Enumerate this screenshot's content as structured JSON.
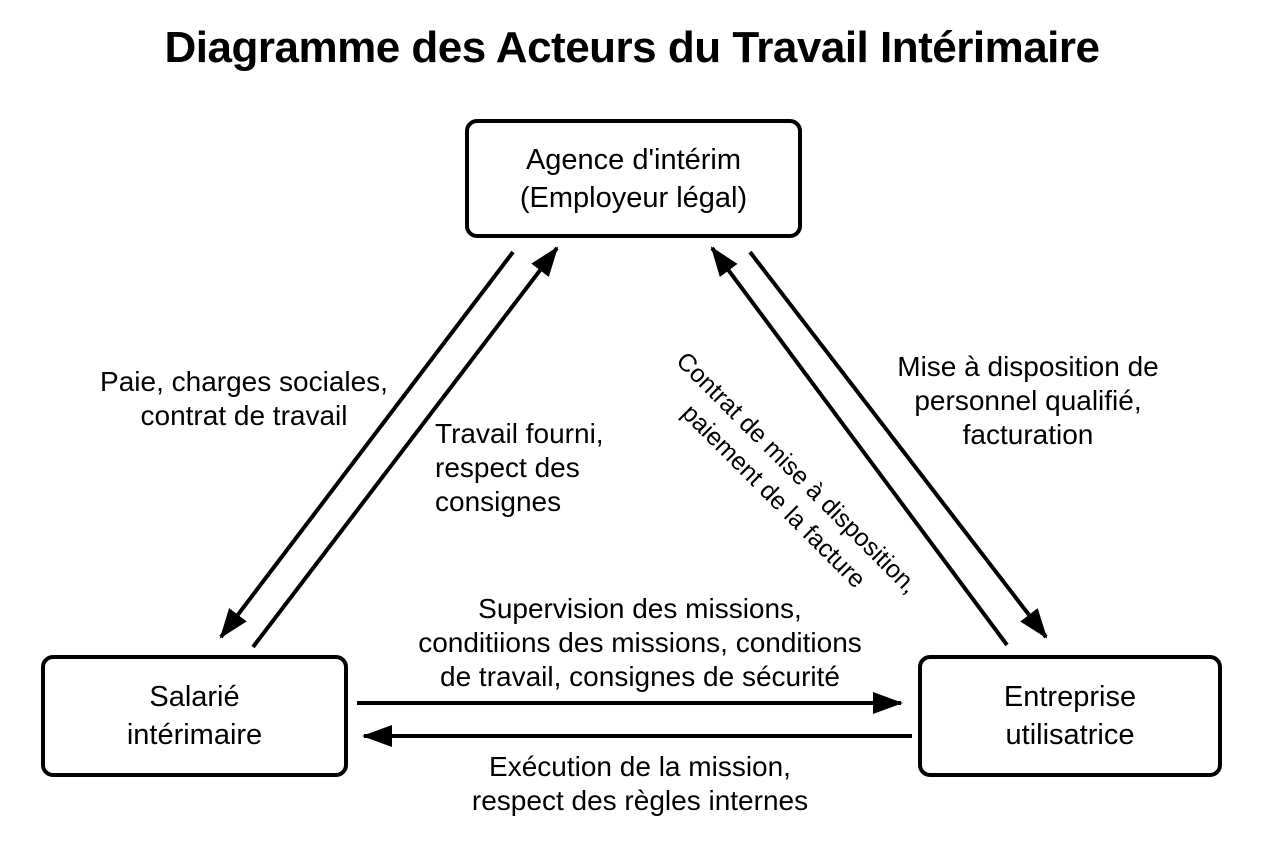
{
  "title": "Diagramme des Acteurs du Travail Intérimaire",
  "colors": {
    "ink": "#000000",
    "background": "#ffffff"
  },
  "nodes": {
    "agence": {
      "label": "Agence d'intérim\n(Employeur légal)"
    },
    "salarie": {
      "label": "Salarié\nintérimaire"
    },
    "entreprise": {
      "label": "Entreprise\nutilisatrice"
    }
  },
  "edges": {
    "paie": {
      "from": "Agence d'intérim",
      "to": "Salarié intérimaire",
      "label": "Paie, charges sociales,\ncontrat de travail"
    },
    "travail_fourni": {
      "from": "Salarié intérimaire",
      "to": "Agence d'intérim",
      "label": "Travail fourni,\nrespect des\nconsignes"
    },
    "contrat_mise_a_disposition": {
      "from": "Entreprise utilisatrice",
      "to": "Agence d'intérim",
      "label": "Contrat de mise à disposition,\npaiement de la facture"
    },
    "mise_a_disposition": {
      "from": "Agence d'intérim",
      "to": "Entreprise utilisatrice",
      "label": "Mise à disposition de\npersonnel qualifié,\nfacturation"
    },
    "supervision": {
      "from": "Salarié intérimaire",
      "to": "Entreprise utilisatrice",
      "label": "Supervision des missions,\nconditiions des missions, conditions\nde travail, consignes de sécurité"
    },
    "execution": {
      "from": "Entreprise utilisatrice",
      "to": "Salarié intérimaire",
      "label": "Exécution de la mission,\nrespect des règles internes"
    }
  }
}
